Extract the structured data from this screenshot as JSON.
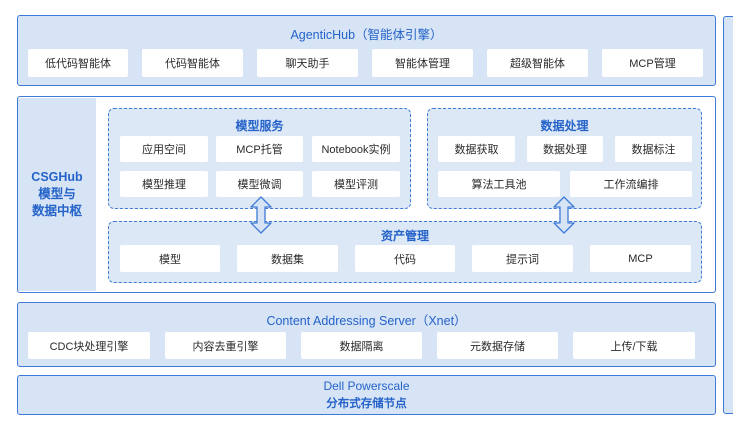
{
  "agentic": {
    "title": "AgenticHub（智能体引擎）",
    "items": [
      "低代码智能体",
      "代码智能体",
      "聊天助手",
      "智能体管理",
      "超级智能体",
      "MCP管理"
    ]
  },
  "csghub": {
    "side_line1": "CSGHub",
    "side_line2": "模型与",
    "side_line3": "数据中枢",
    "model_service": {
      "title": "模型服务",
      "row1": [
        "应用空间",
        "MCP托管",
        "Notebook实例"
      ],
      "row2": [
        "模型推理",
        "模型微调",
        "模型评测"
      ]
    },
    "data_processing": {
      "title": "数据处理",
      "row1": [
        "数据获取",
        "数据处理",
        "数据标注"
      ],
      "row2": [
        "算法工具池",
        "工作流编排"
      ]
    },
    "asset_management": {
      "title": "资产管理",
      "items": [
        "模型",
        "数据集",
        "代码",
        "提示词",
        "MCP"
      ]
    }
  },
  "xnet": {
    "title": "Content Addressing Server（Xnet）",
    "items": [
      "CDC块处理引擎",
      "内容去重引擎",
      "数据隔离",
      "元数据存储",
      "上传/下载"
    ]
  },
  "dell": {
    "line1": "Dell Powerscale",
    "line2": "分布式存储节点"
  },
  "colors": {
    "accent": "#3f7ad6",
    "panel_fill": "#d6e4f6",
    "title_text": "#2563c9"
  }
}
